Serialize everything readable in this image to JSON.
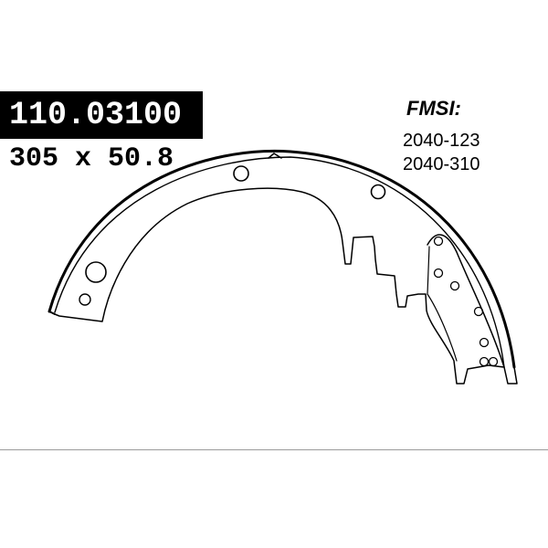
{
  "part_number": "110.03100",
  "dimensions": "305 x 50.8",
  "fmsi": {
    "title": "FMSI:",
    "codes": [
      "2040-123",
      "2040-310"
    ]
  },
  "drawing": {
    "icon": "brake-shoe-outline",
    "stroke_color": "#000000",
    "fill_color": "#ffffff"
  }
}
